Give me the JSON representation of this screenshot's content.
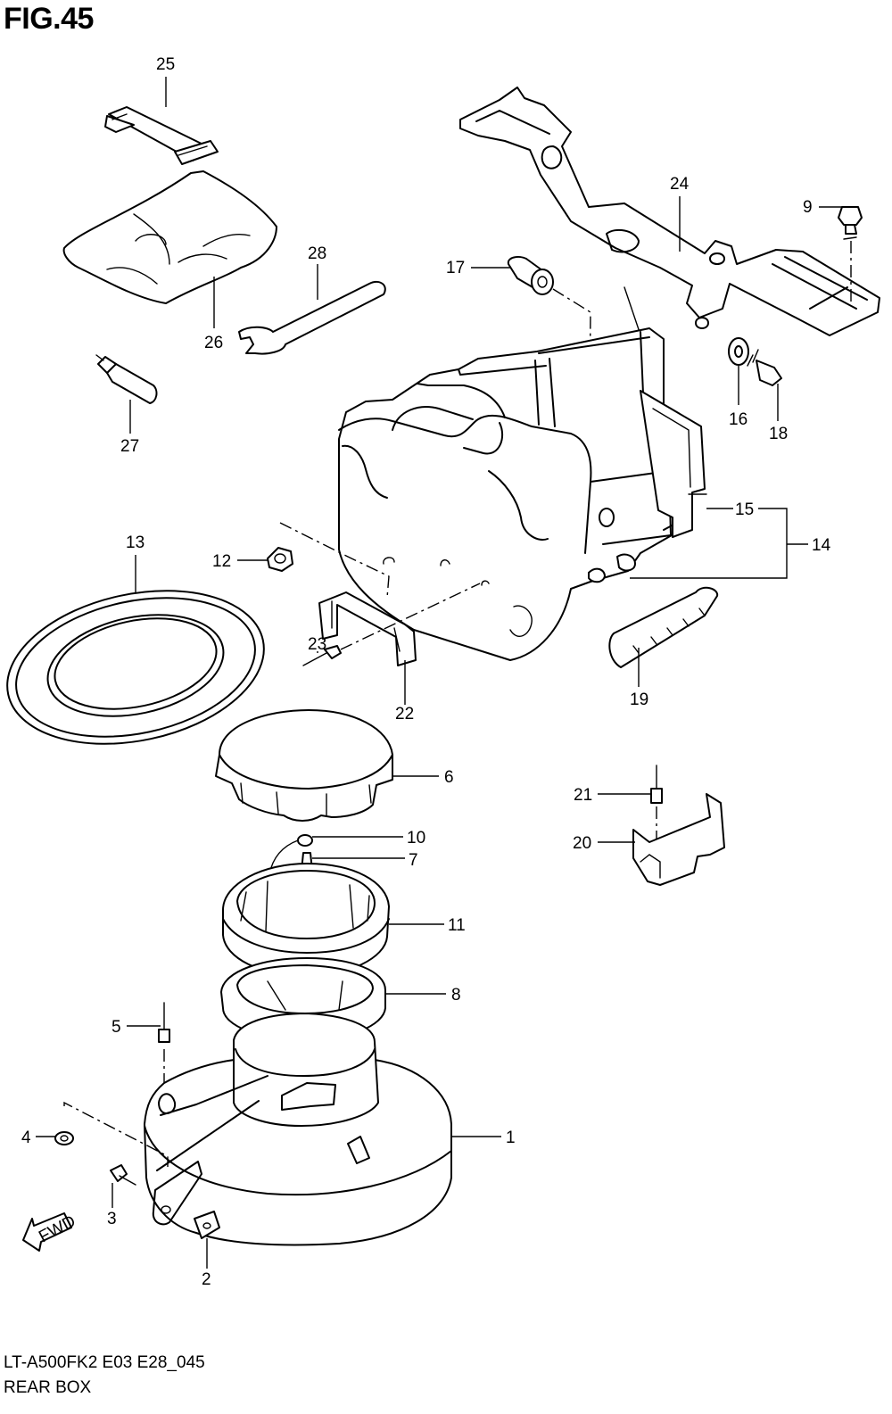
{
  "figure": {
    "title": "FIG.45",
    "code": "LT-A500FK2 E03 E28_045",
    "name": "REAR BOX",
    "fwd_label": "FWD"
  },
  "callouts": [
    "1",
    "2",
    "3",
    "4",
    "5",
    "6",
    "7",
    "8",
    "9",
    "10",
    "11",
    "12",
    "13",
    "14",
    "15",
    "16",
    "17",
    "18",
    "19",
    "20",
    "21",
    "22",
    "23",
    "24",
    "25",
    "26",
    "27",
    "28"
  ]
}
